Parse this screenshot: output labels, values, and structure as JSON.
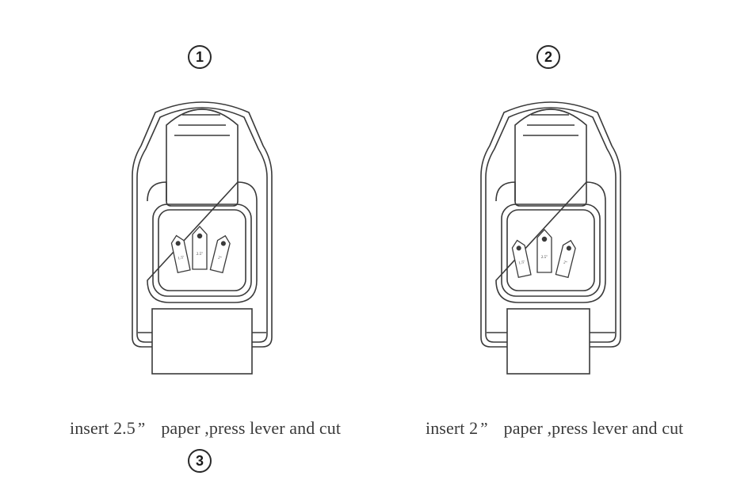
{
  "steps": [
    {
      "badge": "1",
      "caption_pre": "insert 2.5",
      "caption_quote": "”",
      "caption_post": "paper ,press lever and cut",
      "tags": [
        "1.5\"",
        "2.5\"",
        "2\""
      ]
    },
    {
      "badge": "2",
      "caption_pre": "insert 2",
      "caption_quote": "”",
      "caption_post": "paper ,press lever and cut",
      "tags": [
        "1.5\"",
        "2.5\"",
        "2\""
      ]
    }
  ],
  "bottom_badge": "3",
  "colors": {
    "line": "#3a3a3a",
    "paper_fill": "#ffffff"
  }
}
